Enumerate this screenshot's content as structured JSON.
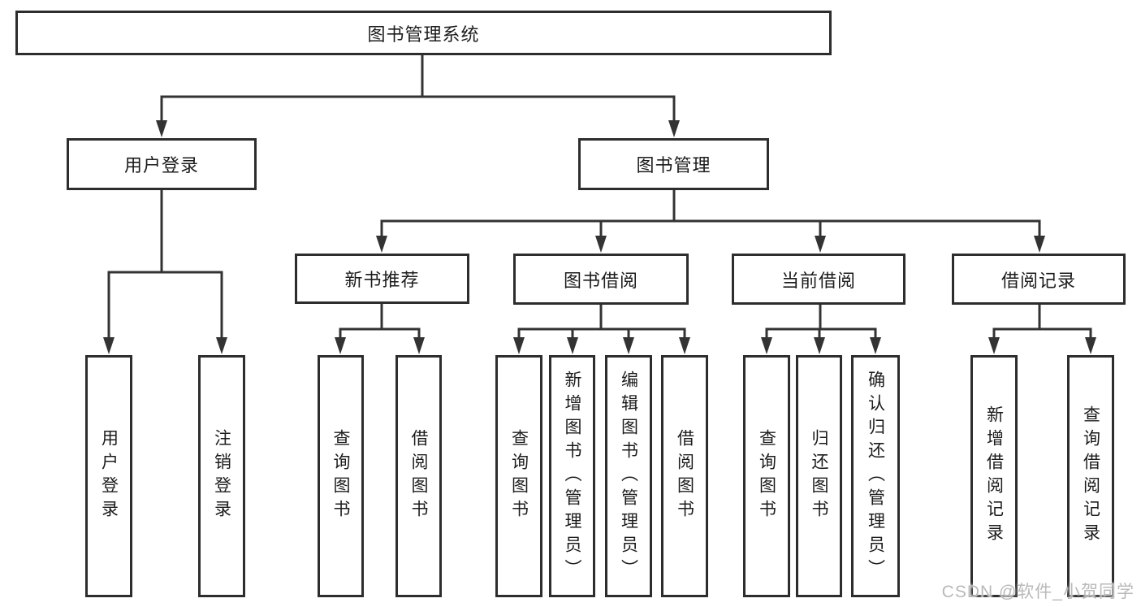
{
  "tree": {
    "label": "图书管理系统",
    "children": [
      {
        "label": "用户登录",
        "children": [
          {
            "label": "用户登录"
          },
          {
            "label": "注销登录"
          }
        ]
      },
      {
        "label": "图书管理",
        "children": [
          {
            "label": "新书推荐",
            "children": [
              {
                "label": "查询图书"
              },
              {
                "label": "借阅图书"
              }
            ]
          },
          {
            "label": "图书借阅",
            "children": [
              {
                "label": "查询图书"
              },
              {
                "label": "新增图书（管理员）"
              },
              {
                "label": "编辑图书（管理员）"
              },
              {
                "label": "借阅图书"
              }
            ]
          },
          {
            "label": "当前借阅",
            "children": [
              {
                "label": "查询图书"
              },
              {
                "label": "归还图书"
              },
              {
                "label": "确认归还（管理员）"
              }
            ]
          },
          {
            "label": "借阅记录",
            "children": [
              {
                "label": "新增借阅记录"
              },
              {
                "label": "查询借阅记录"
              }
            ]
          }
        ]
      }
    ]
  },
  "watermark": {
    "text": "CSDN @软件_小贺同学"
  },
  "colors": {
    "line": "#333333",
    "box_border": "#2d2d2d",
    "text": "#1c1c1c",
    "background": "#ffffff",
    "watermark": "#b9b9b9"
  }
}
